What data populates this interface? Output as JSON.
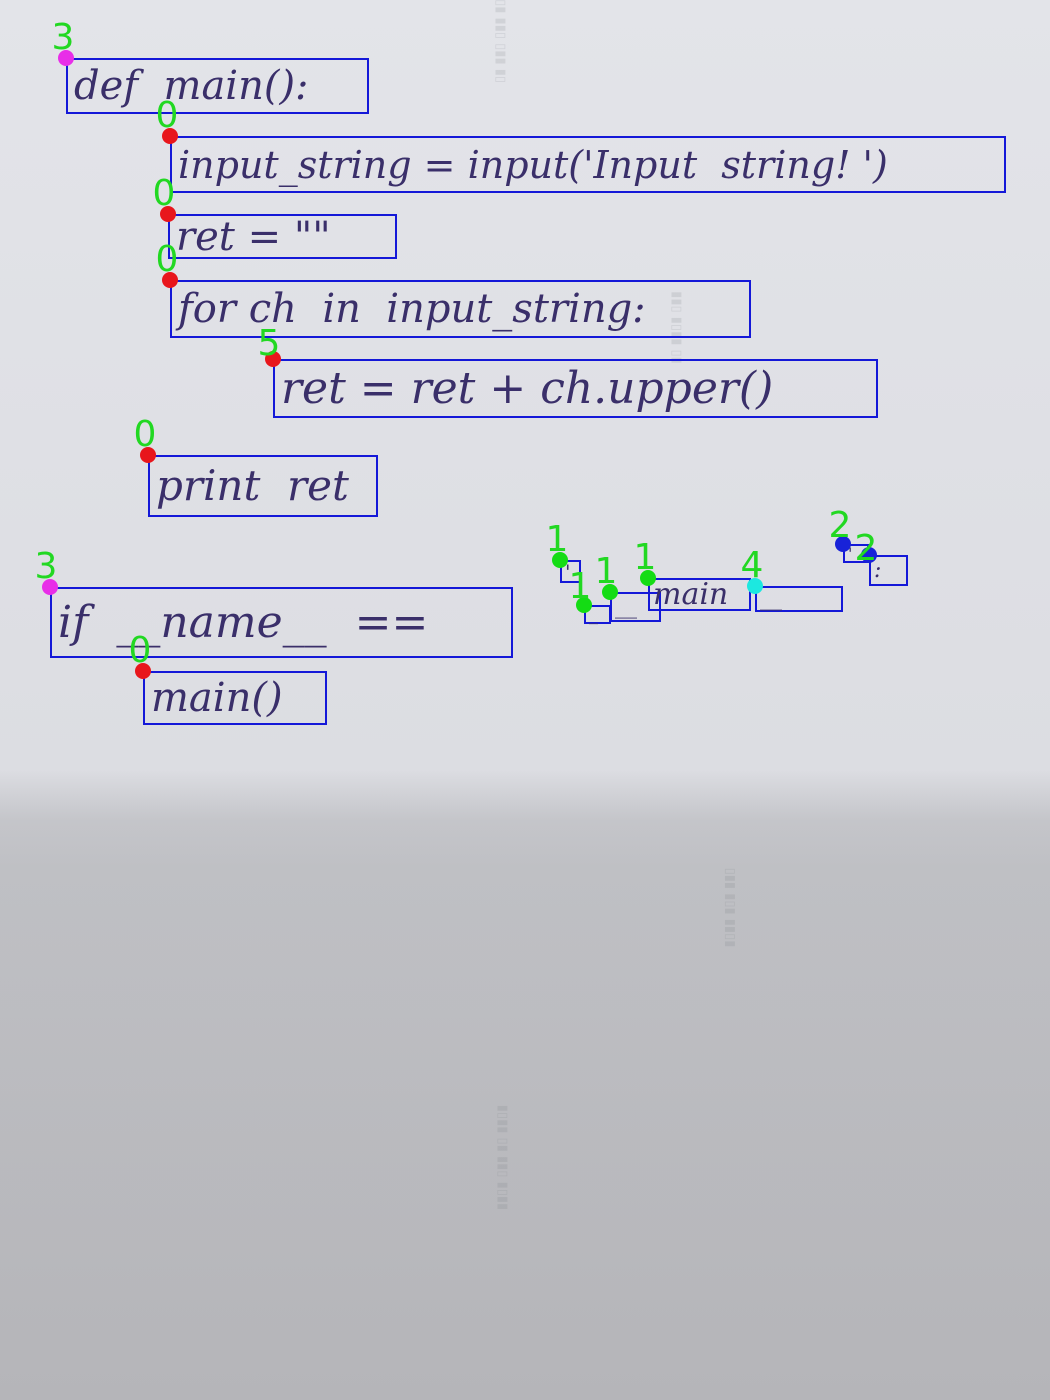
{
  "page": {
    "colors": {
      "box": "#1418d8",
      "ink": "#3a2f6a",
      "label": "#22d822",
      "indent_0": "#e8161c",
      "indent_1": "#14dc14",
      "indent_2": "#1822d8",
      "indent_3": "#e82ee8",
      "indent_4": "#1ce8e0",
      "indent_5": "#e8161c"
    }
  },
  "code_lines": [
    {
      "id": "l1",
      "text": "def  main():",
      "indent": "3"
    },
    {
      "id": "l2",
      "text": "input_string = input('Input  string! ')",
      "indent": "0"
    },
    {
      "id": "l3",
      "text": "ret = \"\"",
      "indent": "0"
    },
    {
      "id": "l4",
      "text": "for ch  in  input_string:",
      "indent": "0"
    },
    {
      "id": "l5",
      "text": "ret = ret + ch.upper()",
      "indent": "5"
    },
    {
      "id": "l6",
      "text": "print  ret",
      "indent": "0"
    },
    {
      "id": "l7",
      "text": "if  __name__  ==",
      "indent": "3"
    },
    {
      "id": "l8",
      "text": "main()",
      "indent": "0"
    }
  ],
  "fragments": [
    {
      "id": "f1",
      "text": "'",
      "indent": "1"
    },
    {
      "id": "f2",
      "text": "_",
      "indent": "1"
    },
    {
      "id": "f3",
      "text": "__",
      "indent": "1"
    },
    {
      "id": "f4",
      "text": "main",
      "indent": "1"
    },
    {
      "id": "f5",
      "text": "__",
      "indent": "4"
    },
    {
      "id": "f6",
      "text": "'",
      "indent": "2"
    },
    {
      "id": "f7",
      "text": ":",
      "indent": "2"
    }
  ]
}
